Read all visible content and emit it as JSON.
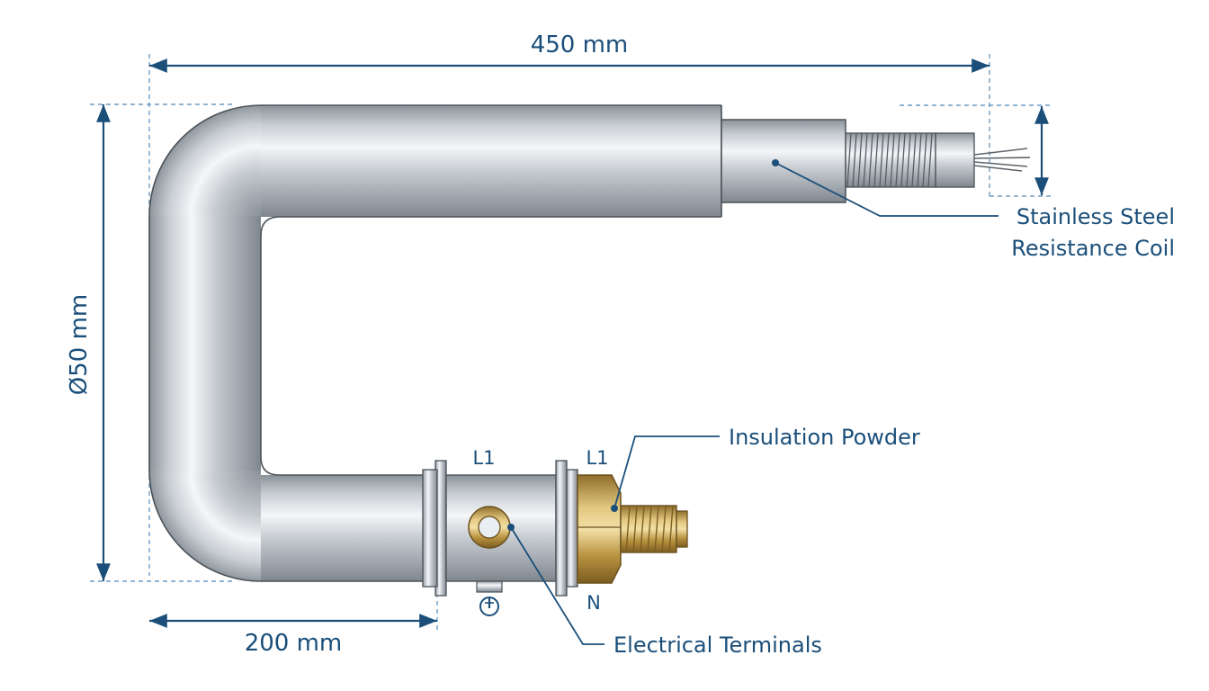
{
  "dimensions": {
    "overall_length": "450 mm",
    "diameter": "Ø50 mm",
    "bend_leg": "200 mm"
  },
  "callouts": {
    "coil": [
      "Stainless Steel",
      "Resistance Coil"
    ],
    "insulation": "Insulation Powder",
    "terminals": "Electrical Terminals"
  },
  "terminal_labels": {
    "left_top": "L1",
    "right_top": "L1",
    "bottom": "N"
  },
  "icons": {
    "ground": "ground-symbol-icon"
  },
  "colors": {
    "annotation": "#1b4f7a",
    "steel": "#b8bec4",
    "brass": "#c9a755"
  }
}
